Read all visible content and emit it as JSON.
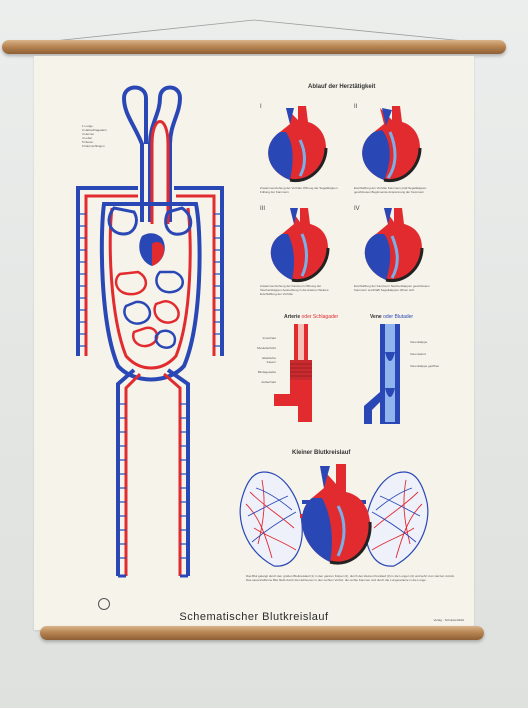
{
  "poster": {
    "title": "Schematischer Blutkreislauf",
    "heart_cycle_title": "Ablauf der Herztätigkeit",
    "stages": [
      {
        "numeral": "I",
        "caption": "Zusammenziehung der Vorhöfe Öffnung der Segelklappen Füllung der Kammern"
      },
      {
        "numeral": "II",
        "caption": "Erschlaffung der Vorhöfe Kammern prall Segelklappen geschlossen Beginnende Anspannung der Kammern"
      },
      {
        "numeral": "III",
        "caption": "Zusammenziehung der Kammern Öffnung der Taschenklappen Austreibung in die Arterien Weitere Erschlaffung der Vorhöfe"
      },
      {
        "numeral": "IV",
        "caption": "Erschlaffung der Kammern Taschenklappen geschlossen Kammern erschlafft Segelklappen öffnen sich"
      }
    ],
    "artery_title_main": "Arterie",
    "artery_title_sub": "oder Schlagader",
    "vein_title_main": "Vene",
    "vein_title_sub": "oder Blutader",
    "pulmonary_title": "Kleiner Blutkreislauf",
    "legend_items": [
      "1 Lunge",
      "2 Halsschlagadern",
      "3 Herzen",
      "4 Leber",
      "5 Nieren",
      "6 Darmschlingen"
    ],
    "artery_labels": [
      "Innenhaut",
      "Muskelschicht",
      "Elastische Fasern",
      "Bindegewebe",
      "Außenhaut"
    ],
    "vein_labels": [
      "Venenklappe",
      "Venenwand",
      "Venenklappe geöffnet"
    ],
    "bottom_text": "Das Blut gelangt durch den großen Blutkreislauf (1) in den ganzen Körper (2), durch den kleinen Kreislauf (3) in die Lungen (4) und kehrt zum Herzen zurück. Das sauerstoffarme Blut fließt durch die Hohlvenen in den rechten Vorhof, die rechte Kammer und durch die Lungenarterie in die Lunge.",
    "publisher_text": "Verlag · Schulwandbild",
    "colors": {
      "artery": "#e22b2f",
      "vein": "#2a48b5",
      "paper": "#f6f3ea",
      "wood": "#b98654",
      "dark": "#222222"
    }
  }
}
